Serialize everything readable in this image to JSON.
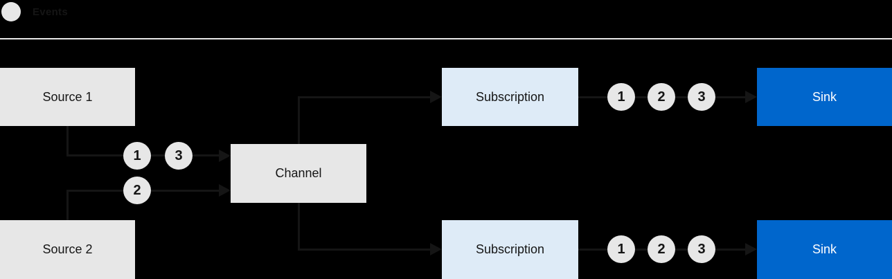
{
  "legend": {
    "label": "Events"
  },
  "nodes": {
    "source1": {
      "label": "Source 1"
    },
    "source2": {
      "label": "Source 2"
    },
    "channel": {
      "label": "Channel"
    },
    "subscription_top": {
      "label": "Subscription"
    },
    "subscription_bottom": {
      "label": "Subscription"
    },
    "sink_top": {
      "label": "Sink"
    },
    "sink_bottom": {
      "label": "Sink"
    }
  },
  "events": {
    "source1_to_channel": [
      "1",
      "3"
    ],
    "source2_to_channel": [
      "2"
    ],
    "subscription_top_to_sink": [
      "1",
      "2",
      "3"
    ],
    "subscription_bottom_to_sink": [
      "1",
      "2",
      "3"
    ]
  },
  "colors": {
    "background": "#000000",
    "node_gray": "#E7E7E7",
    "subscription_blue": "#DEEBF7",
    "sink_blue": "#0066CC",
    "line": "#151515",
    "text_dark": "#151515",
    "text_light": "#FFFFFF",
    "divider": "#E7E7E7"
  }
}
